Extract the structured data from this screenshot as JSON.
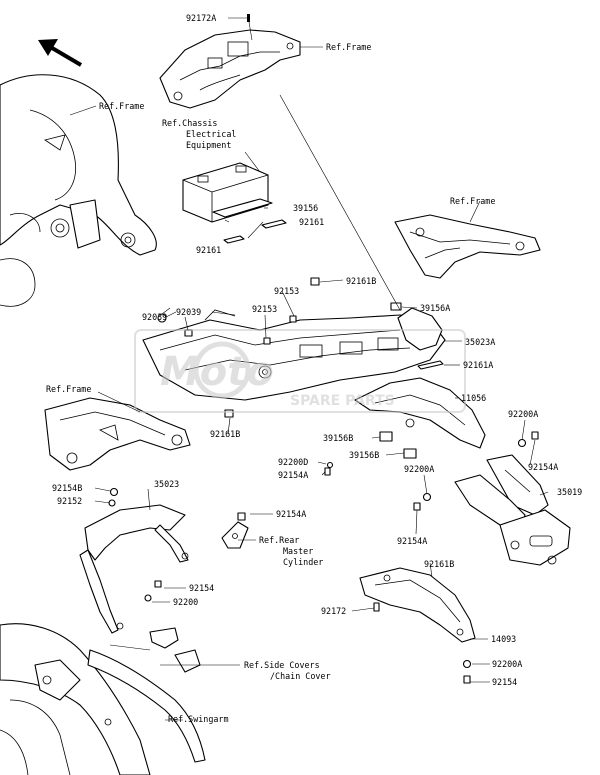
{
  "diagram": {
    "labels": {
      "l92172A": "92172A",
      "refFrameTop": "Ref.Frame",
      "refFrameLeft": "Ref.Frame",
      "refChassis1": "Ref.Chassis",
      "refChassis2": "Electrical",
      "refChassis3": "Equipment",
      "l39156": "39156",
      "l92161a": "92161",
      "l92161b": "92161",
      "refFrameRight": "Ref.Frame",
      "l92161B_1": "92161B",
      "l92153_1": "92153",
      "l92153_2": "92153",
      "l92039_1": "92039",
      "l92039_2": "92039",
      "l39156A": "39156A",
      "l35023A": "35023A",
      "l92161A": "92161A",
      "l11056": "11056",
      "refFrameMid": "Ref.Frame",
      "l92161B_2": "92161B",
      "l39156B_1": "39156B",
      "l39156B_2": "39156B",
      "l92200D": "92200D",
      "l92154A_1": "92154A",
      "l92200A_1": "92200A",
      "l92154A_2": "92154A",
      "l92200A_2": "92200A",
      "l35019": "35019",
      "l92154B": "92154B",
      "l92152": "92152",
      "l35023": "35023",
      "l92154A_3": "92154A",
      "l92154A_4": "92154A",
      "refRear1": "Ref.Rear",
      "refRear2": "Master",
      "refRear3": "Cylinder",
      "l92161B_3": "92161B",
      "l92154_1": "92154",
      "l92200": "92200",
      "l92172": "92172",
      "l14093": "14093",
      "refSide1": "Ref.Side Covers",
      "refSide2": "/Chain Cover",
      "l92200A_3": "92200A",
      "l92154_2": "92154",
      "refSwingarm": "Ref.Swingarm"
    },
    "watermark": {
      "text1": "Moto",
      "text2": "SPARE PARTS"
    },
    "colors": {
      "line": "#000000",
      "watermark": "#c8c8c8"
    },
    "icons": {
      "direction": "arrow-up-left-icon"
    }
  }
}
